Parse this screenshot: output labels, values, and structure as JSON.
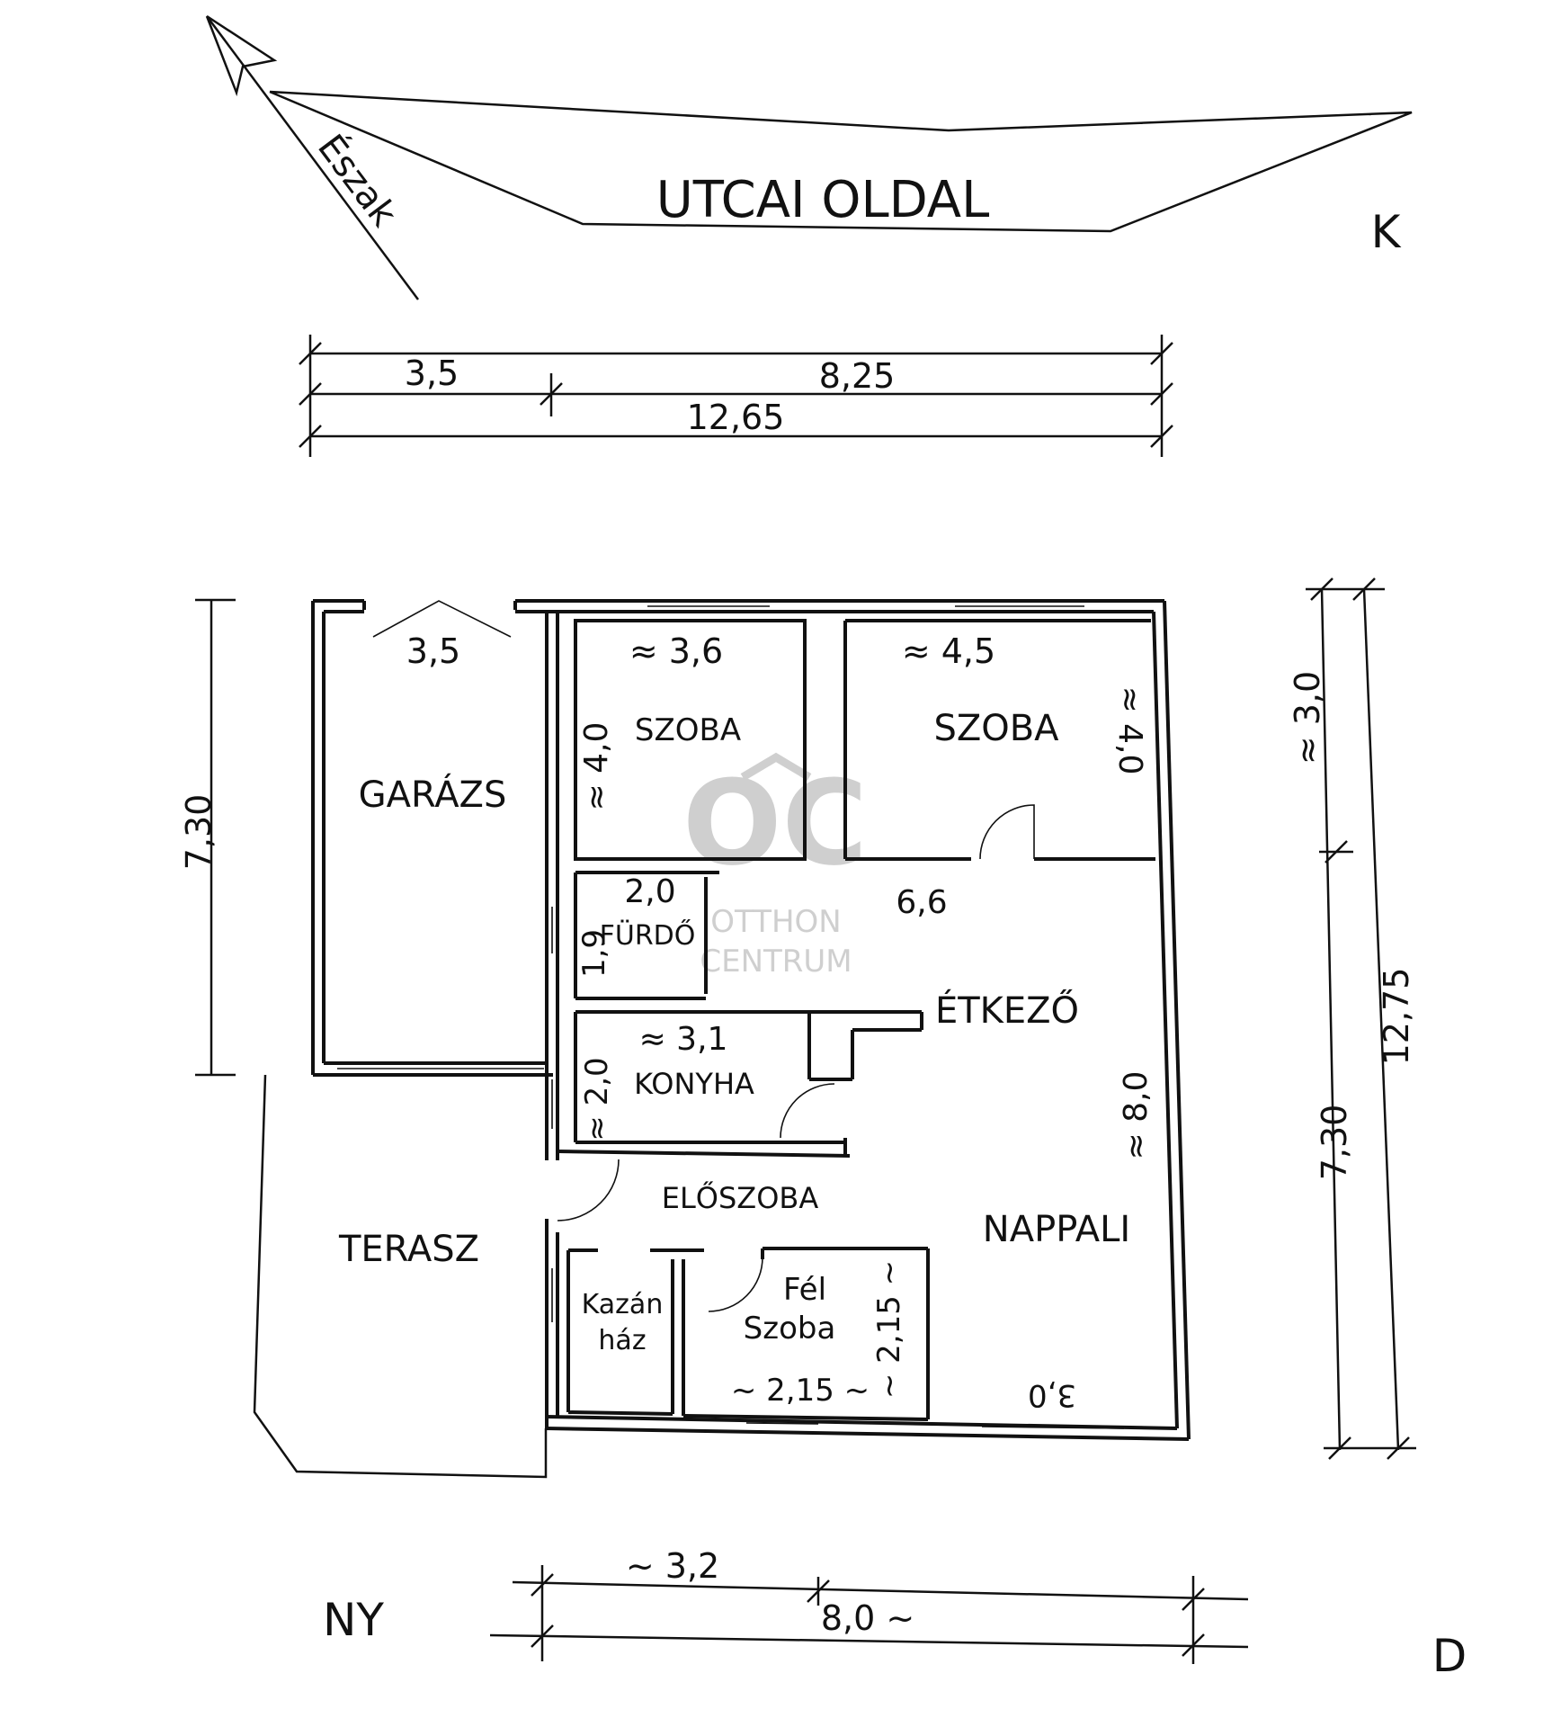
{
  "street": {
    "label": "UTCAI  OLDAL"
  },
  "compass": {
    "north": "Észak",
    "east": "K",
    "west": "NY",
    "south": "D"
  },
  "dimensions": {
    "top_a": "3,5",
    "top_b": "8,25",
    "top_total": "12,65",
    "left_garage": "7,30",
    "right_a": "≈ 3,0",
    "right_b": "7,30",
    "right_total": "12,75",
    "bottom_a": "~ 3,2",
    "bottom_total": "8,0 ~"
  },
  "rooms": {
    "garage": {
      "name": "GARÁZS",
      "width": "3,5"
    },
    "room1": {
      "name": "SZOBA",
      "width": "≈ 3,6",
      "depth": "≈ 4,0"
    },
    "room2": {
      "name": "SZOBA",
      "width": "≈ 4,5",
      "depth": "≈ 4,0"
    },
    "bath": {
      "name": "FÜRDŐ",
      "width": "2,0",
      "depth": "1,9"
    },
    "dining": {
      "name": "ÉTKEZŐ",
      "width": "6,6"
    },
    "kitchen": {
      "name": "KONYHA",
      "width": "≈ 3,1",
      "depth": "≈ 2,0"
    },
    "hall": {
      "name": "ELŐSZOBA"
    },
    "living": {
      "name": "NAPPALI",
      "depth": "≈ 8,0",
      "window": "3,0"
    },
    "terrace": {
      "name": "TERASZ"
    },
    "boiler": {
      "line1": "Kazán",
      "line2": "ház"
    },
    "halfroom": {
      "line1": "Fél",
      "line2": "Szoba",
      "width": "~ 2,15 ~",
      "depth": "~ 2,15 ~"
    }
  },
  "watermark": {
    "logo": "OC",
    "line1": "OTTHON",
    "line2": "CENTRUM"
  }
}
